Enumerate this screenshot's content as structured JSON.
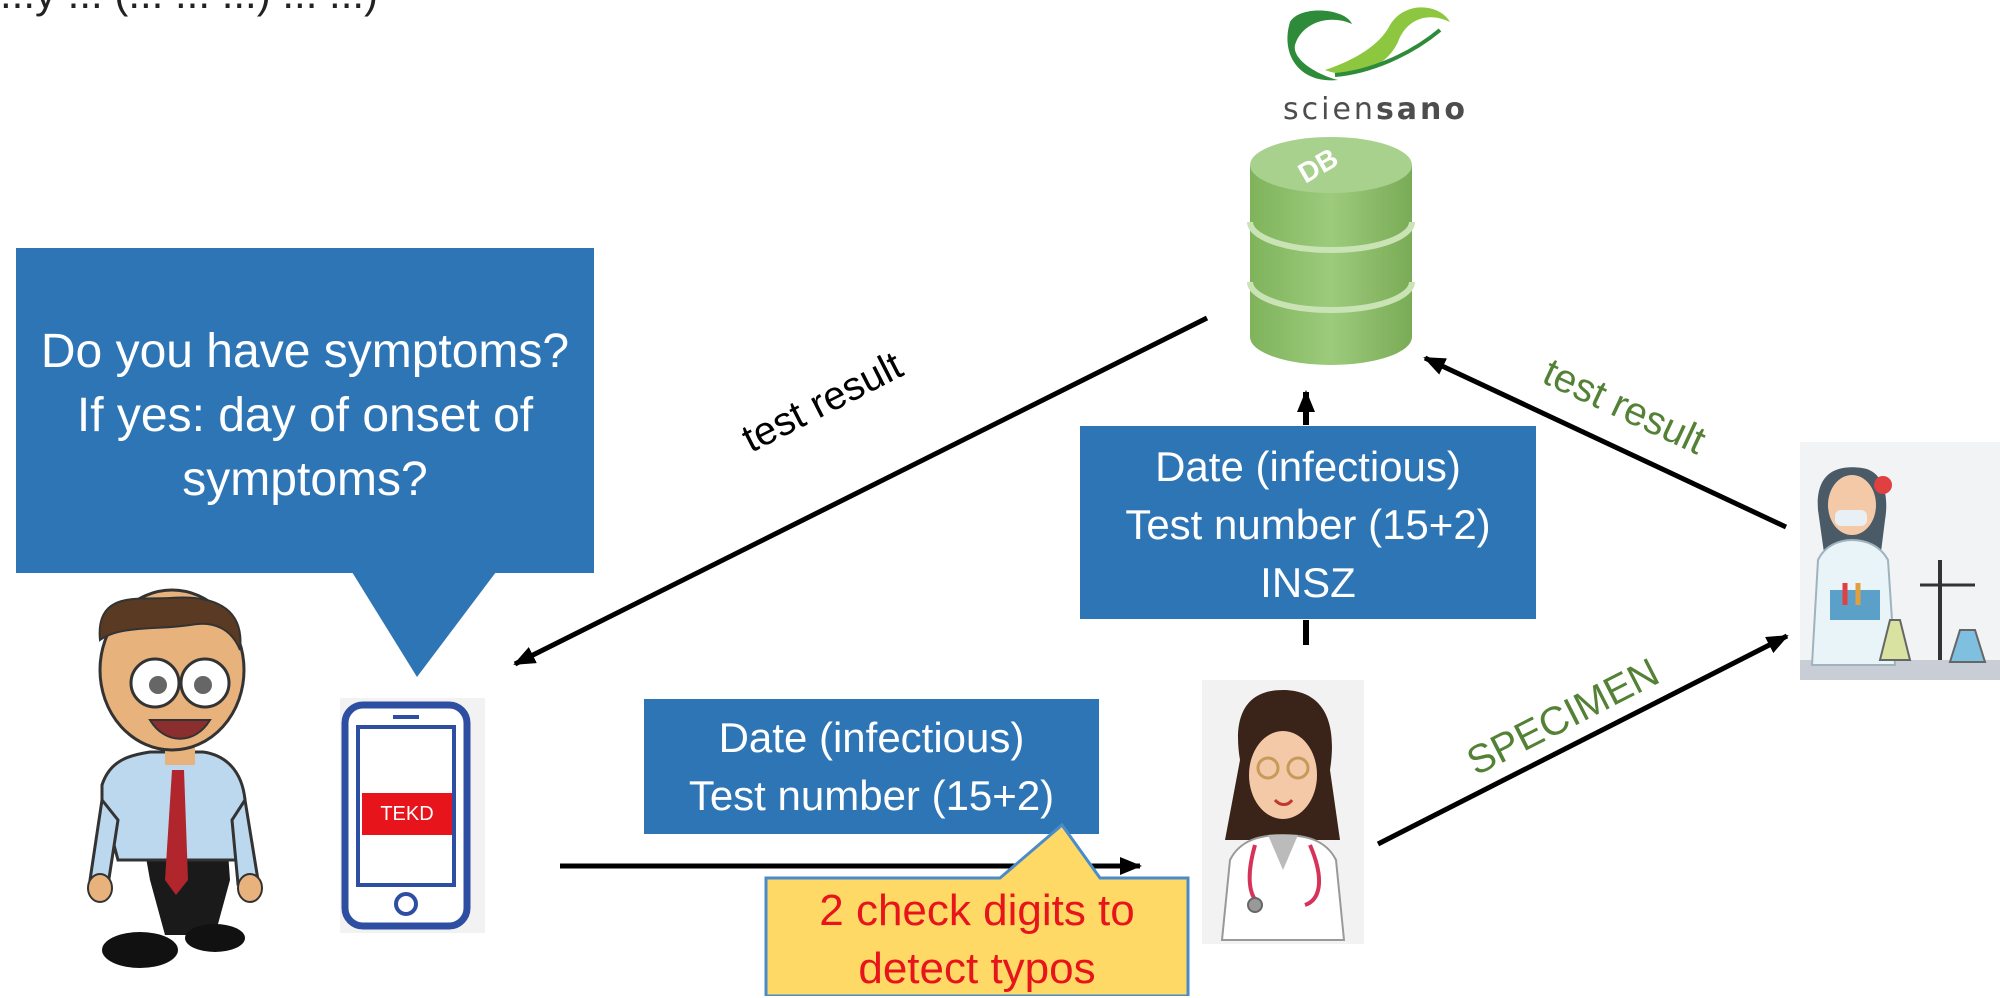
{
  "header": {
    "cropped_text": "...y ... (... ... ...) ... ...)"
  },
  "logo": {
    "name": "sciensano",
    "text_prefix": "scien",
    "text_suffix": "sano",
    "colors": {
      "leaf_dark": "#2e8b3a",
      "leaf_light": "#8dc63f",
      "text": "#4d4d4d"
    }
  },
  "database": {
    "label": "DB",
    "color": "#8fbf6e"
  },
  "questionBubble": {
    "lines": [
      "Do you have symptoms?",
      "If yes: day of onset of",
      "symptoms?"
    ],
    "color": "#2e75b6"
  },
  "phone": {
    "screen_label": "TEKD",
    "frame_color": "#2e4fa1",
    "label_color": "#e8141b"
  },
  "centralBox": {
    "lines": [
      "Date (infectious)",
      "Test number (15+2)",
      "INSZ"
    ]
  },
  "bottomBox": {
    "lines": [
      "Date (infectious)",
      "Test number (15+2)"
    ]
  },
  "note": {
    "lines": [
      "2 check digits to",
      "detect typos"
    ],
    "bg": "#ffd966",
    "text_color": "#e8141b"
  },
  "arrows": {
    "left_label": "test result",
    "right_label": "test result",
    "specimen_label": "SPECIMEN",
    "green": "#538135"
  },
  "icons": [
    "patient-icon",
    "phone-icon",
    "doctor-icon",
    "lab-scientist-icon",
    "database-icon",
    "sciensano-logo-icon"
  ]
}
